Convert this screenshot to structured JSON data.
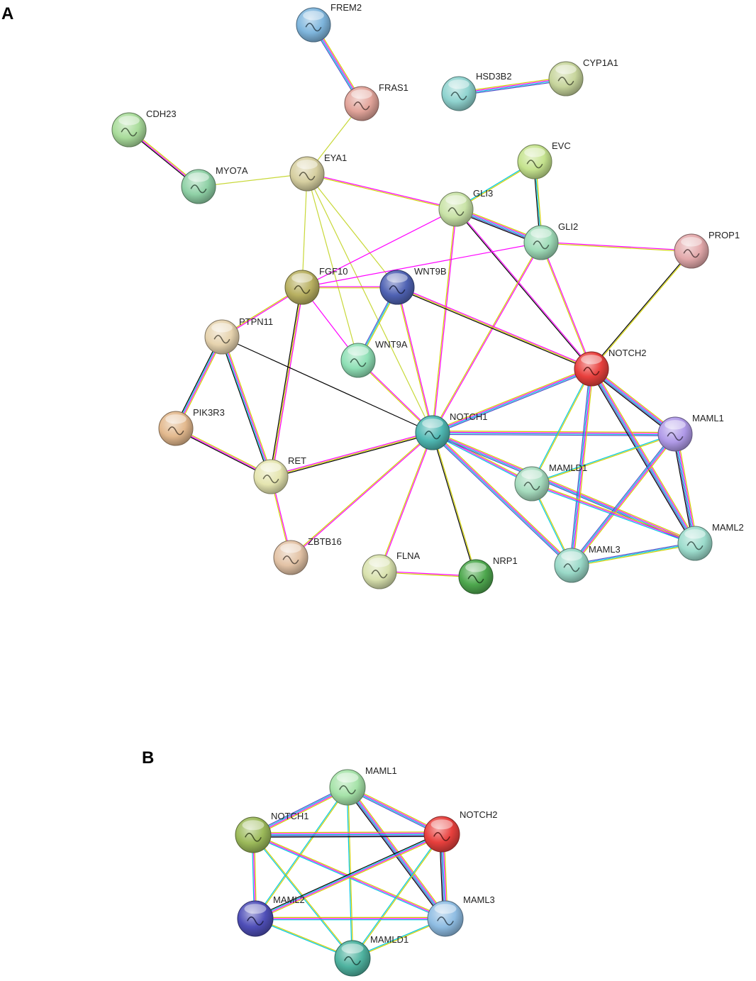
{
  "panels": [
    {
      "id": "A",
      "letter": "A",
      "nodes": [
        {
          "id": "FREM2",
          "label": "FREM2",
          "color": "#7fb6dd"
        },
        {
          "id": "FRAS1",
          "label": "FRAS1",
          "color": "#e2a49a"
        },
        {
          "id": "HSD3B2",
          "label": "HSD3B2",
          "color": "#8fd3cf"
        },
        {
          "id": "CYP1A1",
          "label": "CYP1A1",
          "color": "#c7d59c"
        },
        {
          "id": "CDH23",
          "label": "CDH23",
          "color": "#a9dc9b"
        },
        {
          "id": "MYO7A",
          "label": "MYO7A",
          "color": "#8fd1a6"
        },
        {
          "id": "EYA1",
          "label": "EYA1",
          "color": "#d6cfa0"
        },
        {
          "id": "EVC",
          "label": "EVC",
          "color": "#c5e38e"
        },
        {
          "id": "GLI3",
          "label": "GLI3",
          "color": "#c9e3a7"
        },
        {
          "id": "GLI2",
          "label": "GLI2",
          "color": "#9fdcb8"
        },
        {
          "id": "PROP1",
          "label": "PROP1",
          "color": "#e3a9ab"
        },
        {
          "id": "FGF10",
          "label": "FGF10",
          "color": "#b8b061"
        },
        {
          "id": "WNT9B",
          "label": "WNT9B",
          "color": "#4f62b3"
        },
        {
          "id": "WNT9A",
          "label": "WNT9A",
          "color": "#8fe0b6"
        },
        {
          "id": "PTPN11",
          "label": "PTPN11",
          "color": "#e6d3ae"
        },
        {
          "id": "NOTCH2",
          "label": "NOTCH2",
          "color": "#e8403d"
        },
        {
          "id": "NOTCH1",
          "label": "NOTCH1",
          "color": "#4fb8b3"
        },
        {
          "id": "MAML1",
          "label": "MAML1",
          "color": "#b09ae8"
        },
        {
          "id": "PIK3R3",
          "label": "PIK3R3",
          "color": "#e3b98e"
        },
        {
          "id": "RET",
          "label": "RET",
          "color": "#e5e5b0"
        },
        {
          "id": "MAMLD1",
          "label": "MAMLD1",
          "color": "#a6dcbe"
        },
        {
          "id": "MAML2",
          "label": "MAML2",
          "color": "#9cdccc"
        },
        {
          "id": "ZBTB16",
          "label": "ZBTB16",
          "color": "#e3c3a6"
        },
        {
          "id": "FLNA",
          "label": "FLNA",
          "color": "#d9e2ae"
        },
        {
          "id": "NRP1",
          "label": "NRP1",
          "color": "#4ea84e"
        },
        {
          "id": "MAML3",
          "label": "MAML3",
          "color": "#9ad9c8"
        }
      ],
      "edges": [
        {
          "from": "FREM2",
          "to": "FRAS1",
          "colors": [
            "#d0d000",
            "#ff00ff",
            "#00c8e0",
            "#5050c8"
          ]
        },
        {
          "from": "HSD3B2",
          "to": "CYP1A1",
          "colors": [
            "#d0d000",
            "#ff00ff",
            "#00c8e0",
            "#5050c8"
          ]
        },
        {
          "from": "CDH23",
          "to": "MYO7A",
          "colors": [
            "#d0d000",
            "#ff00ff",
            "#000000"
          ]
        },
        {
          "from": "FRAS1",
          "to": "EYA1",
          "colors": [
            "#c8d838"
          ]
        },
        {
          "from": "MYO7A",
          "to": "EYA1",
          "colors": [
            "#c8d838"
          ]
        },
        {
          "from": "EYA1",
          "to": "GLI3",
          "colors": [
            "#ff00ff",
            "#d0d000"
          ]
        },
        {
          "from": "EYA1",
          "to": "FGF10",
          "colors": [
            "#c8d838"
          ]
        },
        {
          "from": "EYA1",
          "to": "WNT9B",
          "colors": [
            "#c8d838"
          ]
        },
        {
          "from": "EYA1",
          "to": "WNT9A",
          "colors": [
            "#c8d838"
          ]
        },
        {
          "from": "EYA1",
          "to": "NOTCH1",
          "colors": [
            "#c8d838"
          ]
        },
        {
          "from": "EVC",
          "to": "GLI3",
          "colors": [
            "#d0d000",
            "#00c8e0"
          ]
        },
        {
          "from": "EVC",
          "to": "GLI2",
          "colors": [
            "#d0d000",
            "#00c8e0",
            "#000000"
          ]
        },
        {
          "from": "GLI3",
          "to": "GLI2",
          "colors": [
            "#d0d000",
            "#ff00ff",
            "#00c8e0",
            "#5050c8",
            "#000000"
          ]
        },
        {
          "from": "GLI3",
          "to": "FGF10",
          "colors": [
            "#ff00ff"
          ]
        },
        {
          "from": "GLI3",
          "to": "NOTCH1",
          "colors": [
            "#ff00ff",
            "#d0d000"
          ]
        },
        {
          "from": "GLI3",
          "to": "NOTCH2",
          "colors": [
            "#ff00ff",
            "#000000"
          ]
        },
        {
          "from": "GLI2",
          "to": "PROP1",
          "colors": [
            "#ff00ff",
            "#d0d000"
          ]
        },
        {
          "from": "GLI2",
          "to": "FGF10",
          "colors": [
            "#ff00ff"
          ]
        },
        {
          "from": "GLI2",
          "to": "NOTCH1",
          "colors": [
            "#ff00ff",
            "#d0d000"
          ]
        },
        {
          "from": "GLI2",
          "to": "NOTCH2",
          "colors": [
            "#ff00ff",
            "#d0d000"
          ]
        },
        {
          "from": "PROP1",
          "to": "NOTCH2",
          "colors": [
            "#d0d000",
            "#000000"
          ]
        },
        {
          "from": "FGF10",
          "to": "WNT9B",
          "colors": [
            "#ff00ff",
            "#d0d000"
          ]
        },
        {
          "from": "FGF10",
          "to": "WNT9A",
          "colors": [
            "#ff00ff"
          ]
        },
        {
          "from": "FGF10",
          "to": "PTPN11",
          "colors": [
            "#ff00ff",
            "#d0d000"
          ]
        },
        {
          "from": "FGF10",
          "to": "RET",
          "colors": [
            "#ff00ff",
            "#d0d000",
            "#000000"
          ]
        },
        {
          "from": "WNT9B",
          "to": "WNT9A",
          "colors": [
            "#d0d000",
            "#00c8e0",
            "#5050c8"
          ]
        },
        {
          "from": "WNT9B",
          "to": "NOTCH2",
          "colors": [
            "#ff00ff",
            "#d0d000",
            "#000000"
          ]
        },
        {
          "from": "WNT9B",
          "to": "NOTCH1",
          "colors": [
            "#ff00ff",
            "#d0d000"
          ]
        },
        {
          "from": "WNT9A",
          "to": "NOTCH1",
          "colors": [
            "#ff00ff",
            "#d0d000"
          ]
        },
        {
          "from": "PTPN11",
          "to": "PIK3R3",
          "colors": [
            "#d0d000",
            "#ff00ff",
            "#00c8e0",
            "#000000"
          ]
        },
        {
          "from": "PTPN11",
          "to": "RET",
          "colors": [
            "#d0d000",
            "#ff00ff",
            "#00c8e0",
            "#000000"
          ]
        },
        {
          "from": "PTPN11",
          "to": "NOTCH1",
          "colors": [
            "#000000"
          ]
        },
        {
          "from": "PIK3R3",
          "to": "RET",
          "colors": [
            "#d0d000",
            "#ff00ff",
            "#000000"
          ]
        },
        {
          "from": "RET",
          "to": "NOTCH1",
          "colors": [
            "#ff00ff",
            "#d0d000",
            "#000000"
          ]
        },
        {
          "from": "RET",
          "to": "ZBTB16",
          "colors": [
            "#ff00ff",
            "#d0d000"
          ]
        },
        {
          "from": "NOTCH1",
          "to": "NOTCH2",
          "colors": [
            "#d0d000",
            "#ff00ff",
            "#00c8e0",
            "#5050c8"
          ]
        },
        {
          "from": "NOTCH1",
          "to": "MAML1",
          "colors": [
            "#d0d000",
            "#ff00ff",
            "#00c8e0",
            "#5050c8"
          ]
        },
        {
          "from": "NOTCH1",
          "to": "MAMLD1",
          "colors": [
            "#d0d000",
            "#ff00ff",
            "#00c8e0"
          ]
        },
        {
          "from": "NOTCH1",
          "to": "MAML2",
          "colors": [
            "#d0d000",
            "#ff00ff",
            "#00c8e0",
            "#5050c8"
          ]
        },
        {
          "from": "NOTCH1",
          "to": "MAML3",
          "colors": [
            "#d0d000",
            "#ff00ff",
            "#00c8e0",
            "#5050c8"
          ]
        },
        {
          "from": "NOTCH1",
          "to": "ZBTB16",
          "colors": [
            "#ff00ff",
            "#d0d000"
          ]
        },
        {
          "from": "NOTCH1",
          "to": "FLNA",
          "colors": [
            "#ff00ff",
            "#d0d000"
          ]
        },
        {
          "from": "NOTCH1",
          "to": "NRP1",
          "colors": [
            "#d0d000",
            "#000000"
          ]
        },
        {
          "from": "FLNA",
          "to": "NRP1",
          "colors": [
            "#ff00ff",
            "#d0d000"
          ]
        },
        {
          "from": "NOTCH2",
          "to": "MAML1",
          "colors": [
            "#d0d000",
            "#ff00ff",
            "#00c8e0",
            "#5050c8",
            "#000000"
          ]
        },
        {
          "from": "NOTCH2",
          "to": "MAMLD1",
          "colors": [
            "#d0d000",
            "#00c8e0"
          ]
        },
        {
          "from": "NOTCH2",
          "to": "MAML2",
          "colors": [
            "#d0d000",
            "#ff00ff",
            "#00c8e0",
            "#5050c8",
            "#000000"
          ]
        },
        {
          "from": "NOTCH2",
          "to": "MAML3",
          "colors": [
            "#d0d000",
            "#ff00ff",
            "#00c8e0",
            "#5050c8"
          ]
        },
        {
          "from": "MAML1",
          "to": "MAMLD1",
          "colors": [
            "#d0d000",
            "#00c8e0"
          ]
        },
        {
          "from": "MAML1",
          "to": "MAML2",
          "colors": [
            "#d0d000",
            "#ff00ff",
            "#00c8e0",
            "#5050c8",
            "#000000"
          ]
        },
        {
          "from": "MAML1",
          "to": "MAML3",
          "colors": [
            "#d0d000",
            "#ff00ff",
            "#00c8e0",
            "#5050c8"
          ]
        },
        {
          "from": "MAMLD1",
          "to": "MAML2",
          "colors": [
            "#d0d000",
            "#ff00ff",
            "#00c8e0"
          ]
        },
        {
          "from": "MAMLD1",
          "to": "MAML3",
          "colors": [
            "#d0d000",
            "#00c8e0"
          ]
        },
        {
          "from": "MAML2",
          "to": "MAML3",
          "colors": [
            "#d0d000",
            "#00c8e0",
            "#5050c8"
          ]
        }
      ]
    },
    {
      "id": "B",
      "letter": "B",
      "nodes": [
        {
          "id": "MAML1",
          "label": "MAML1",
          "color": "#a6e3a9"
        },
        {
          "id": "NOTCH1",
          "label": "NOTCH1",
          "color": "#9cba5a"
        },
        {
          "id": "NOTCH2",
          "label": "NOTCH2",
          "color": "#e8403d"
        },
        {
          "id": "MAML2",
          "label": "MAML2",
          "color": "#4f4fb8"
        },
        {
          "id": "MAML3",
          "label": "MAML3",
          "color": "#8fbde3"
        },
        {
          "id": "MAMLD1",
          "label": "MAMLD1",
          "color": "#4fb3a0"
        }
      ],
      "edges": [
        {
          "from": "MAML1",
          "to": "NOTCH1",
          "colors": [
            "#d0d000",
            "#ff00ff",
            "#00c8e0",
            "#5050c8"
          ]
        },
        {
          "from": "MAML1",
          "to": "NOTCH2",
          "colors": [
            "#d0d000",
            "#ff00ff",
            "#00c8e0",
            "#5050c8"
          ]
        },
        {
          "from": "MAML1",
          "to": "MAML2",
          "colors": [
            "#d0d000",
            "#00c8e0"
          ]
        },
        {
          "from": "MAML1",
          "to": "MAML3",
          "colors": [
            "#d0d000",
            "#ff00ff",
            "#00c8e0",
            "#5050c8",
            "#000000"
          ]
        },
        {
          "from": "MAML1",
          "to": "MAMLD1",
          "colors": [
            "#d0d000",
            "#00c8e0"
          ]
        },
        {
          "from": "NOTCH1",
          "to": "NOTCH2",
          "colors": [
            "#d0d000",
            "#ff00ff",
            "#00c8e0",
            "#5050c8",
            "#000000"
          ]
        },
        {
          "from": "NOTCH1",
          "to": "MAML2",
          "colors": [
            "#d0d000",
            "#ff00ff",
            "#00c8e0"
          ]
        },
        {
          "from": "NOTCH1",
          "to": "MAML3",
          "colors": [
            "#d0d000",
            "#ff00ff",
            "#00c8e0"
          ]
        },
        {
          "from": "NOTCH1",
          "to": "MAMLD1",
          "colors": [
            "#d0d000",
            "#00c8e0"
          ]
        },
        {
          "from": "NOTCH2",
          "to": "MAML2",
          "colors": [
            "#d0d000",
            "#ff00ff",
            "#00c8e0",
            "#000000"
          ]
        },
        {
          "from": "NOTCH2",
          "to": "MAML3",
          "colors": [
            "#d0d000",
            "#ff00ff",
            "#00c8e0",
            "#5050c8",
            "#000000"
          ]
        },
        {
          "from": "NOTCH2",
          "to": "MAMLD1",
          "colors": [
            "#d0d000",
            "#00c8e0"
          ]
        },
        {
          "from": "MAML2",
          "to": "MAML3",
          "colors": [
            "#d0d000",
            "#ff00ff",
            "#00c8e0"
          ]
        },
        {
          "from": "MAML2",
          "to": "MAMLD1",
          "colors": [
            "#d0d000",
            "#00c8e0"
          ]
        },
        {
          "from": "MAML3",
          "to": "MAMLD1",
          "colors": [
            "#d0d000",
            "#00c8e0"
          ]
        }
      ]
    }
  ]
}
